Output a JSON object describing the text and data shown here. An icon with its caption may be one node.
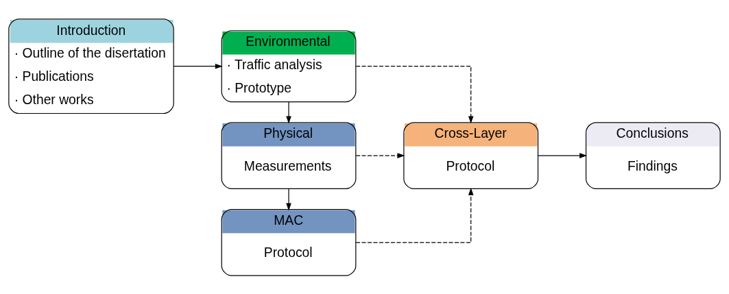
{
  "diagram": {
    "nodes": [
      {
        "text": [
          "Introduction",
          "· Outline of the disertation",
          "· Publications",
          "· Other works"
        ]
      },
      {
        "text": [
          "MAC",
          "Protocol"
        ]
      },
      {
        "text": [
          "Physical",
          "Measurements"
        ]
      },
      {
        "text": [
          "Environmental",
          "· Traffic analysis",
          "· Prototype"
        ]
      },
      {
        "text": [
          "Cross-Layer",
          "Protocol"
        ]
      },
      {
        "text": [
          "Conclusions",
          "Findings"
        ]
      }
    ],
    "edges": [
      {
        "from": 0,
        "to": 3,
        "arrow": "to"
      },
      {
        "from": 3,
        "to": 2,
        "arrow": "to"
      },
      {
        "from": 2,
        "to": 1,
        "arrow": "to"
      },
      {
        "from": 1,
        "to": 4,
        "arrow": "to",
        "style": "dashed"
      },
      {
        "from": 2,
        "to": 4,
        "arrow": "to",
        "style": "dashed"
      },
      {
        "from": 3,
        "to": 4,
        "arrow": "to",
        "style": "dashed"
      },
      {
        "from": 4,
        "to": 5,
        "arrow": "to"
      }
    ]
  }
}
